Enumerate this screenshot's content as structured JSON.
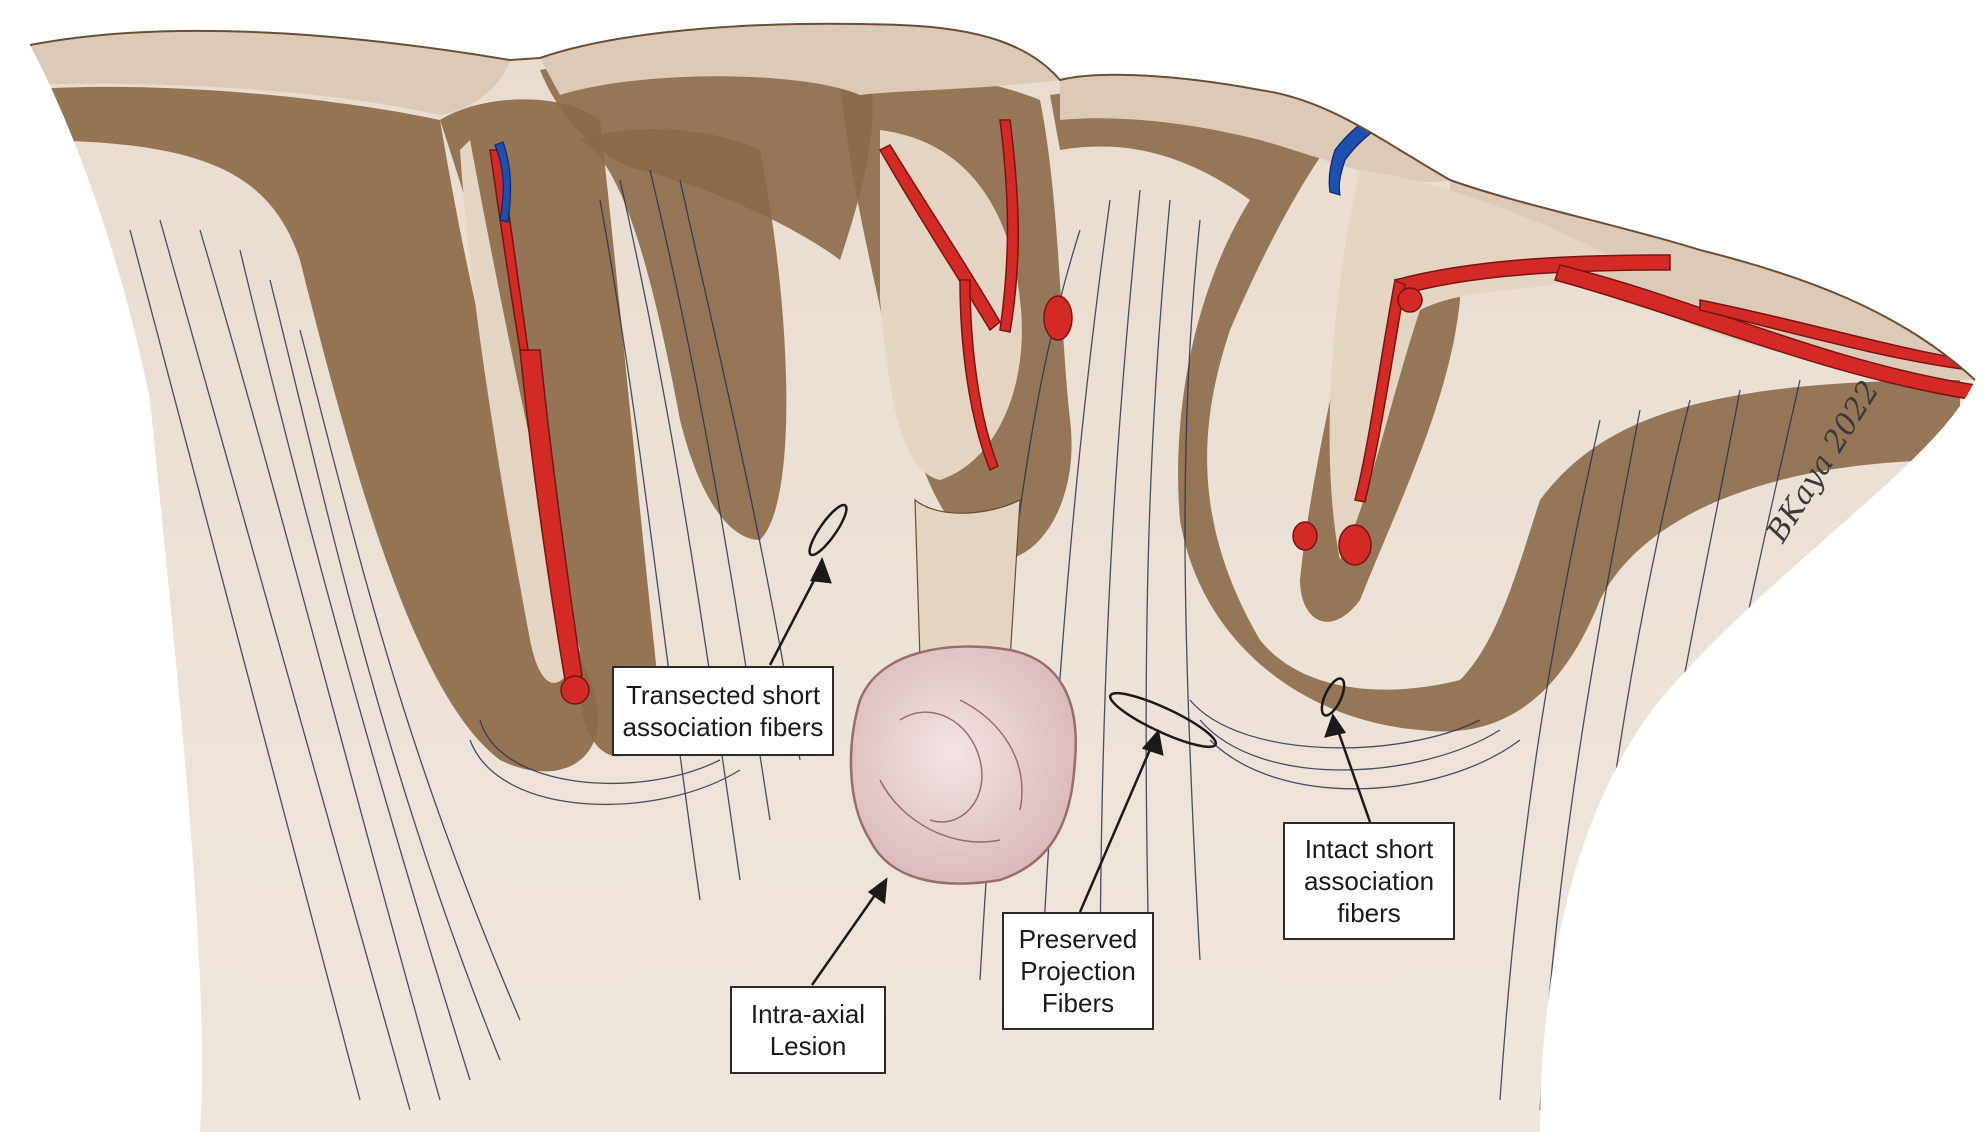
{
  "labels": {
    "transected": {
      "line1": "Transected short",
      "line2": "association fibers"
    },
    "lesion": {
      "line1": "Intra-axial",
      "line2": "Lesion"
    },
    "projection": {
      "line1": "Preserved",
      "line2": "Projection",
      "line3": "Fibers"
    },
    "intact": {
      "line1": "Intact short",
      "line2": "association",
      "line3": "fibers"
    }
  },
  "signature": "BKaya 2022",
  "colors": {
    "white_matter": "#ece2d7",
    "cortex": "#8c6a48",
    "cortex_surface": "#d9c6b2",
    "artery": "#d42a26",
    "vein": "#1f4fb0",
    "fiber": "#2a3350",
    "lesion": "#e9d2d2",
    "lesion_outline": "#9a6b6b"
  },
  "icons": [
    "artery-icon",
    "vein-icon",
    "fiber-ellipse-marker"
  ]
}
